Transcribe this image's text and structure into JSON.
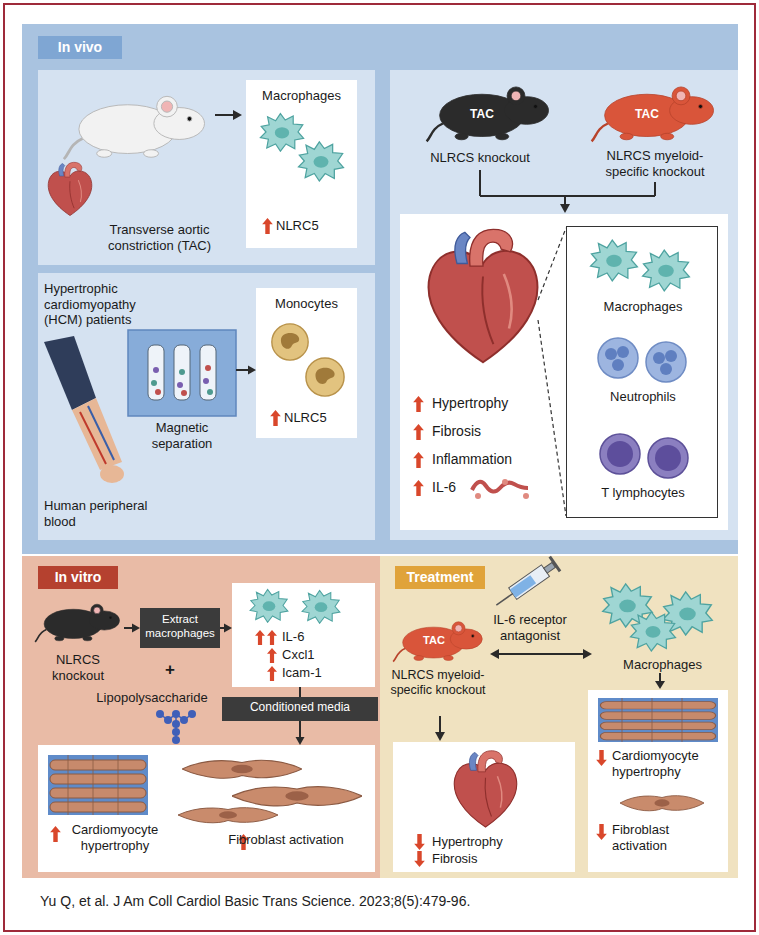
{
  "diagram": {
    "caption": "Yu Q, et al. J Am Coll Cardiol Basic Trans Science. 2023;8(5):479-96.",
    "nodes": [
      {
        "text": [
          "In vivo"
        ]
      },
      {
        "text": [
          "Transverse aortic constriction (TAC)"
        ],
        "in": 0
      },
      {
        "text": [
          "Macrophages",
          "NLRC5"
        ],
        "in": 1
      },
      {
        "text": [
          "Hypertrophic cardiomyopathy (HCM) patients",
          "Human peripheral blood"
        ],
        "in": 0
      },
      {
        "text": [
          "Magnetic separation"
        ],
        "in": 3
      },
      {
        "text": [
          "Monocytes",
          "NLRC5"
        ],
        "in": 3
      },
      {
        "text": [
          "TAC",
          "TAC",
          "NLRCS knockout",
          "NLRCS myeloid-specific knockout"
        ],
        "in": 0
      },
      {
        "text": [
          "Hypertrophy",
          "Fibrosis",
          "Inflammation",
          "IL-6"
        ],
        "in": 6
      },
      {
        "text": [
          "Macrophages",
          "Neutrophils",
          "T lymphocytes"
        ],
        "in": 7
      },
      {
        "text": [
          "In vitro",
          "NLRCS knockout",
          "+",
          "Lipopolysaccharide"
        ]
      },
      {
        "text": [
          "Extract macrophages"
        ],
        "in": 9
      },
      {
        "text": [
          "IL-6",
          "Cxcl1",
          "Icam-1"
        ],
        "in": 9
      },
      {
        "text": [
          "Conditioned media"
        ],
        "in": 9
      },
      {
        "text": [
          "Cardiomyocyte hypertrophy",
          "Fibroblast activation"
        ],
        "in": 9
      },
      {
        "text": [
          "Treatment",
          "IL-6 receptor antagonist",
          "TAC",
          "NLRCS myeloid-specific knockout",
          "Macrophages"
        ]
      },
      {
        "text": [
          "Hypertrophy",
          "Fibrosis"
        ],
        "in": 14
      },
      {
        "text": [
          "Cardiomyocyte hypertrophy",
          "Fibroblast activation"
        ],
        "in": 14
      }
    ],
    "edges": [
      {
        "from": 4,
        "to": 5,
        "arrow": "to"
      },
      {
        "from": 10,
        "to": 11,
        "arrow": "to"
      },
      {
        "from": 11,
        "to": 12,
        "arrow": "none"
      },
      {
        "from": 12,
        "to": 13,
        "arrow": "to"
      }
    ]
  }
}
